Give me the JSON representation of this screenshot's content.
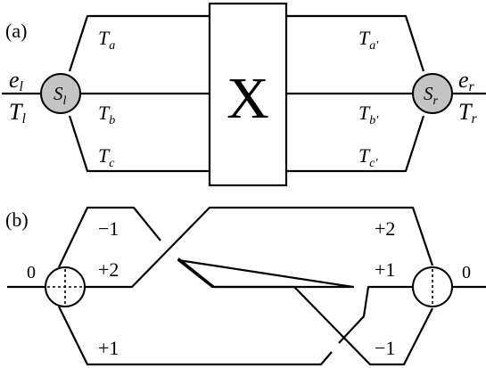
{
  "panel_a": {
    "panel_label": "(a)",
    "box_label": "X",
    "left_node": {
      "label_main": "S",
      "label_sub": "l"
    },
    "right_node": {
      "label_main": "S",
      "label_sub": "r"
    },
    "left_port": {
      "e_main": "e",
      "e_sub": "l",
      "t_main": "T",
      "t_sub": "l"
    },
    "right_port": {
      "e_main": "e",
      "e_sub": "r",
      "t_main": "T",
      "t_sub": "r"
    },
    "left_lines": [
      {
        "main": "T",
        "sub": "a"
      },
      {
        "main": "T",
        "sub": "b"
      },
      {
        "main": "T",
        "sub": "c"
      }
    ],
    "right_lines": [
      {
        "main": "T",
        "sub": "a'"
      },
      {
        "main": "T",
        "sub": "b'"
      },
      {
        "main": "T",
        "sub": "c'"
      }
    ],
    "colors": {
      "node_fill": "#c4c4c4",
      "line": "#000000"
    }
  },
  "panel_b": {
    "panel_label": "(b)",
    "left_value": "0",
    "right_value": "0",
    "left_labels": [
      "−1",
      "+2",
      "+1"
    ],
    "right_labels": [
      "+2",
      "+1",
      "−1"
    ]
  }
}
